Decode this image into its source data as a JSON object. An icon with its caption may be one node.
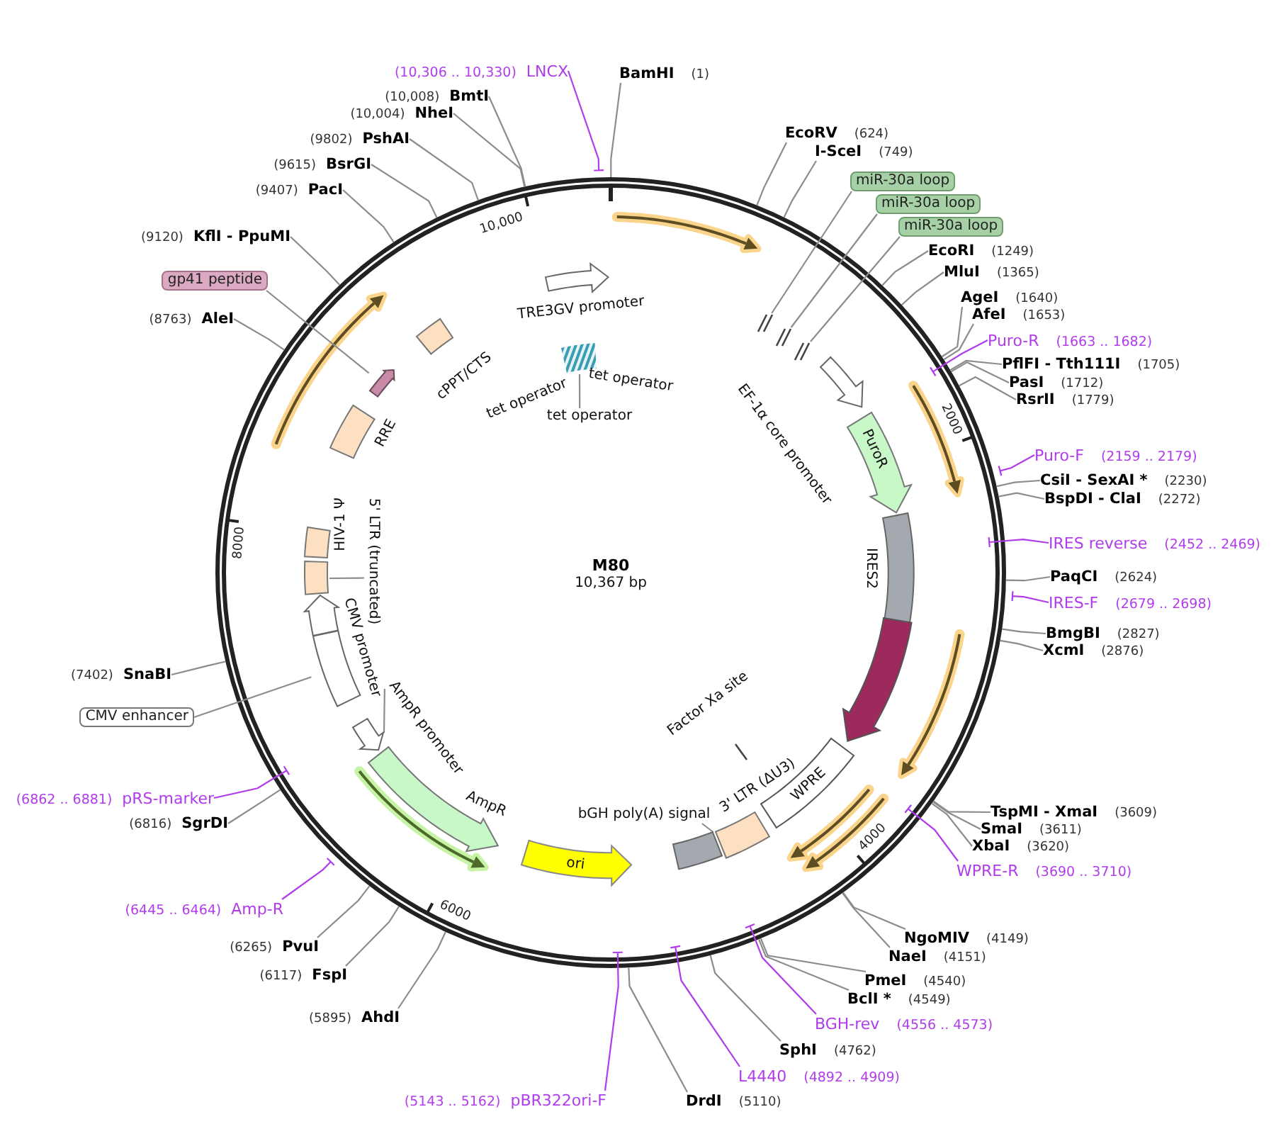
{
  "diagram": {
    "title": "M80",
    "nodes": [
      {
        "text": [
          "BamHI",
          "(1)"
        ]
      },
      {
        "text": [
          "EcoRV",
          "(624)"
        ]
      },
      {
        "text": [
          "I-SceI",
          "(749)"
        ]
      },
      {
        "text": [
          "miR-30a loop"
        ]
      },
      {
        "text": [
          "miR-30a loop"
        ]
      },
      {
        "text": [
          "miR-30a loop"
        ]
      },
      {
        "text": [
          "EcoRI",
          "(1249)"
        ]
      },
      {
        "text": [
          "MluI",
          "(1365)"
        ]
      },
      {
        "text": [
          "AgeI",
          "(1640)"
        ]
      },
      {
        "text": [
          "AfeI",
          "(1653)"
        ]
      },
      {
        "text": [
          "Puro-R",
          "(1663 .. 1682)"
        ]
      },
      {
        "text": [
          "PflFI - Tth111I",
          "(1705)"
        ]
      },
      {
        "text": [
          "PasI",
          "(1712)"
        ]
      },
      {
        "text": [
          "RsrII",
          "(1779)"
        ]
      },
      {
        "text": [
          "Puro-F",
          "(2159 .. 2179)"
        ]
      },
      {
        "text": [
          "CsiI - SexAI *",
          "(2230)"
        ]
      },
      {
        "text": [
          "BspDI - ClaI",
          "(2272)"
        ]
      },
      {
        "text": [
          "IRES reverse",
          "(2452 .. 2469)"
        ]
      },
      {
        "text": [
          "PaqCI",
          "(2624)"
        ]
      },
      {
        "text": [
          "IRES-F",
          "(2679 .. 2698)"
        ]
      },
      {
        "text": [
          "BmgBI",
          "(2827)"
        ]
      },
      {
        "text": [
          "XcmI",
          "(2876)"
        ]
      },
      {
        "text": [
          "TspMI - XmaI",
          "(3609)"
        ]
      },
      {
        "text": [
          "SmaI",
          "(3611)"
        ]
      },
      {
        "text": [
          "XbaI",
          "(3620)"
        ]
      },
      {
        "text": [
          "WPRE-R",
          "(3690 .. 3710)"
        ]
      },
      {
        "text": [
          "NgoMIV",
          "(4149)"
        ]
      },
      {
        "text": [
          "NaeI",
          "(4151)"
        ]
      },
      {
        "text": [
          "PmeI",
          "(4540)"
        ]
      },
      {
        "text": [
          "BclI *",
          "(4549)"
        ]
      },
      {
        "text": [
          "BGH-rev",
          "(4556 .. 4573)"
        ]
      },
      {
        "text": [
          "SphI",
          "(4762)"
        ]
      },
      {
        "text": [
          "L4440",
          "(4892 .. 4909)"
        ]
      },
      {
        "text": [
          "DrdI",
          "(5110)"
        ]
      },
      {
        "text": [
          "(5143 .. 5162)",
          "pBR322ori-F"
        ]
      },
      {
        "text": [
          "(5895)",
          "AhdI"
        ]
      },
      {
        "text": [
          "(6117)",
          "FspI"
        ]
      },
      {
        "text": [
          "(6265)",
          "PvuI"
        ]
      },
      {
        "text": [
          "(6445 .. 6464)",
          "Amp-R"
        ]
      },
      {
        "text": [
          "(6816)",
          "SgrDI"
        ]
      },
      {
        "text": [
          "(6862 .. 6881)",
          "pRS-marker"
        ]
      },
      {
        "text": [
          "CMV enhancer"
        ]
      },
      {
        "text": [
          "(7402)",
          "SnaBI"
        ]
      },
      {
        "text": [
          "(8763)",
          "AleI"
        ]
      },
      {
        "text": [
          "gp41 peptide"
        ]
      },
      {
        "text": [
          "(9120)",
          "KflI - PpuMI"
        ]
      },
      {
        "text": [
          "(9407)",
          "PacI"
        ]
      },
      {
        "text": [
          "(9615)",
          "BsrGI"
        ]
      },
      {
        "text": [
          "(9802)",
          "PshAI"
        ]
      },
      {
        "text": [
          "(10,004)",
          "NheI"
        ]
      },
      {
        "text": [
          "(10,008)",
          "BmtI"
        ]
      },
      {
        "text": [
          "(10,306 .. 10,330)",
          "LNCX"
        ]
      },
      {
        "text": [],
        "shape": "arrow",
        "beside": [
          "TRE3GV promoter"
        ]
      },
      {
        "text": [],
        "shape": "box",
        "beside": [
          "tet operator"
        ]
      },
      {
        "text": [
          "tet operator"
        ]
      },
      {
        "text": [],
        "shape": "bar"
      },
      {
        "text": [],
        "shape": "bar"
      },
      {
        "text": [],
        "shape": "bar"
      },
      {
        "text": [],
        "shape": "arrow",
        "beside": [
          "EF-1α core promoter"
        ]
      },
      {
        "text": [
          "PuroR"
        ]
      },
      {
        "text": [],
        "shape": "box",
        "beside": [
          "IRES2"
        ]
      },
      {
        "text": [],
        "shape": "arrow"
      },
      {
        "text": [
          "WPRE"
        ]
      },
      {
        "text": [],
        "shape": "bar",
        "beside": [
          "Factor Xa site"
        ]
      },
      {
        "text": [],
        "shape": "box",
        "beside": [
          "3' LTR (ΔU3)"
        ]
      },
      {
        "text": [
          "bGH poly(A) signal"
        ]
      },
      {
        "text": [],
        "shape": "box"
      },
      {
        "text": [
          "ori"
        ]
      },
      {
        "text": [
          "AmpR"
        ]
      },
      {
        "text": [
          "AmpR promoter"
        ]
      },
      {
        "text": [],
        "shape": "arrow"
      },
      {
        "text": [],
        "shape": "box"
      },
      {
        "text": [],
        "shape": "arrow",
        "beside": [
          "CMV promoter"
        ]
      },
      {
        "text": [
          "5' LTR (truncated)"
        ]
      },
      {
        "text": [],
        "shape": "box"
      },
      {
        "text": [],
        "shape": "box",
        "beside": [
          "HIV-1 Ψ"
        ]
      },
      {
        "text": [],
        "shape": "box",
        "beside": [
          "RRE"
        ]
      },
      {
        "text": [],
        "shape": "arrow"
      },
      {
        "text": [],
        "shape": "box",
        "beside": [
          "cPPT/CTS"
        ]
      }
    ],
    "edges": [
      {
        "from": 0,
        "to": null,
        "arrow": "none"
      },
      {
        "from": 1,
        "to": null,
        "arrow": "none"
      },
      {
        "from": 2,
        "to": null,
        "arrow": "none"
      },
      {
        "from": 3,
        "to": 55,
        "arrow": "none"
      },
      {
        "from": 4,
        "to": 56,
        "arrow": "none"
      },
      {
        "from": 5,
        "to": 57,
        "arrow": "none"
      },
      {
        "from": 6,
        "to": null,
        "arrow": "none"
      },
      {
        "from": 7,
        "to": null,
        "arrow": "none"
      },
      {
        "from": 8,
        "to": null,
        "arrow": "none"
      },
      {
        "from": 9,
        "to": null,
        "arrow": "none"
      },
      {
        "from": 10,
        "to": null,
        "arrow": "none",
        "color": "#b03ceb"
      },
      {
        "from": 11,
        "to": null,
        "arrow": "none"
      },
      {
        "from": 12,
        "to": null,
        "arrow": "none"
      },
      {
        "from": 13,
        "to": null,
        "arrow": "none"
      },
      {
        "from": 14,
        "to": null,
        "arrow": "none",
        "color": "#b03ceb"
      },
      {
        "from": 15,
        "to": null,
        "arrow": "none"
      },
      {
        "from": 16,
        "to": null,
        "arrow": "none"
      },
      {
        "from": 17,
        "to": null,
        "arrow": "none",
        "color": "#b03ceb"
      },
      {
        "from": 18,
        "to": null,
        "arrow": "none"
      },
      {
        "from": 19,
        "to": null,
        "arrow": "none",
        "color": "#b03ceb"
      },
      {
        "from": 20,
        "to": null,
        "arrow": "none"
      },
      {
        "from": 21,
        "to": null,
        "arrow": "none"
      },
      {
        "from": 22,
        "to": null,
        "arrow": "none"
      },
      {
        "from": 23,
        "to": null,
        "arrow": "none"
      },
      {
        "from": 24,
        "to": null,
        "arrow": "none"
      },
      {
        "from": 25,
        "to": null,
        "arrow": "none",
        "color": "#b03ceb"
      },
      {
        "from": 26,
        "to": null,
        "arrow": "none"
      },
      {
        "from": 27,
        "to": null,
        "arrow": "none"
      },
      {
        "from": 28,
        "to": null,
        "arrow": "none"
      },
      {
        "from": 29,
        "to": null,
        "arrow": "none"
      },
      {
        "from": 30,
        "to": null,
        "arrow": "none",
        "color": "#b03ceb"
      },
      {
        "from": 31,
        "to": null,
        "arrow": "none"
      },
      {
        "from": 32,
        "to": null,
        "arrow": "none",
        "color": "#b03ceb"
      },
      {
        "from": 33,
        "to": null,
        "arrow": "none"
      },
      {
        "from": 34,
        "to": null,
        "arrow": "none",
        "color": "#b03ceb"
      },
      {
        "from": 35,
        "to": null,
        "arrow": "none"
      },
      {
        "from": 36,
        "to": null,
        "arrow": "none"
      },
      {
        "from": 37,
        "to": null,
        "arrow": "none"
      },
      {
        "from": 38,
        "to": null,
        "arrow": "none",
        "color": "#b03ceb"
      },
      {
        "from": 39,
        "to": null,
        "arrow": "none"
      },
      {
        "from": 40,
        "to": null,
        "arrow": "none",
        "color": "#b03ceb"
      },
      {
        "from": 41,
        "to": 71,
        "arrow": "none"
      },
      {
        "from": 42,
        "to": null,
        "arrow": "none"
      },
      {
        "from": 43,
        "to": null,
        "arrow": "none"
      },
      {
        "from": 44,
        "to": 77,
        "arrow": "none"
      },
      {
        "from": 45,
        "to": null,
        "arrow": "none"
      },
      {
        "from": 46,
        "to": null,
        "arrow": "none"
      },
      {
        "from": 47,
        "to": null,
        "arrow": "none"
      },
      {
        "from": 48,
        "to": null,
        "arrow": "none"
      },
      {
        "from": 49,
        "to": null,
        "arrow": "none"
      },
      {
        "from": 50,
        "to": null,
        "arrow": "none"
      },
      {
        "from": 51,
        "to": null,
        "arrow": "none",
        "color": "#b03ceb"
      },
      {
        "from": 54,
        "to": 53,
        "arrow": "none"
      },
      {
        "from": 65,
        "to": 66,
        "arrow": "none"
      },
      {
        "from": 69,
        "to": 70,
        "arrow": "none"
      },
      {
        "from": 73,
        "to": 74,
        "arrow": "none"
      }
    ],
    "labels": [
      "10,000",
      "tet operator",
      "2000",
      "8000",
      "10,367 bp",
      "4000",
      "6000"
    ]
  }
}
